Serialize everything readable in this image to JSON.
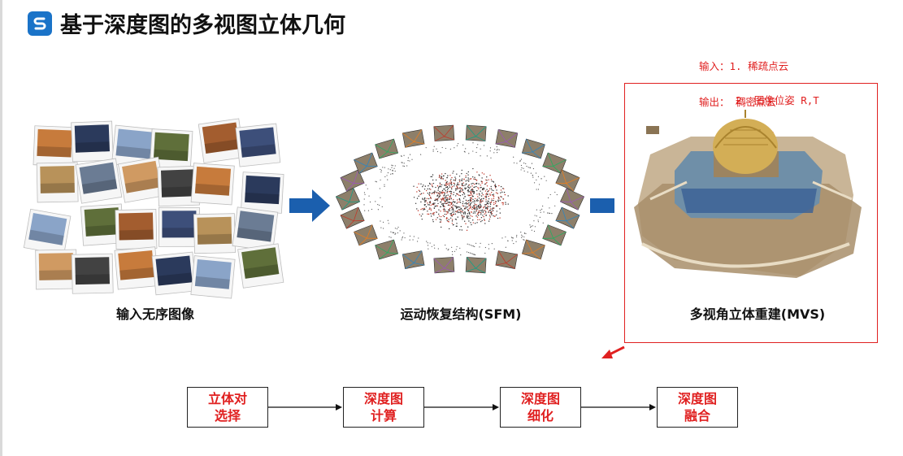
{
  "header": {
    "title": "基于深度图的多视图立体几何",
    "logo_icon": "company-logo-icon"
  },
  "io_note": {
    "input_lines": [
      "输入：1. 稀疏点云",
      "      2. 图像位姿 R,T",
      "      3. 图像"
    ],
    "output_line": "输出： 稠密点云"
  },
  "panels": {
    "input_caption": "输入无序图像",
    "sfm_caption": "运动恢复结构(SFM)",
    "mvs_caption": "多视角立体重建(MVS)"
  },
  "pipeline": {
    "steps": [
      {
        "line1": "立体对",
        "line2": "选择"
      },
      {
        "line1": "深度图",
        "line2": "计算"
      },
      {
        "line1": "深度图",
        "line2": "细化"
      },
      {
        "line1": "深度图",
        "line2": "融合"
      }
    ]
  },
  "colors": {
    "accent_red": "#e02020",
    "arrow_blue": "#1b5fae",
    "logo_blue": "#1a73c8"
  }
}
